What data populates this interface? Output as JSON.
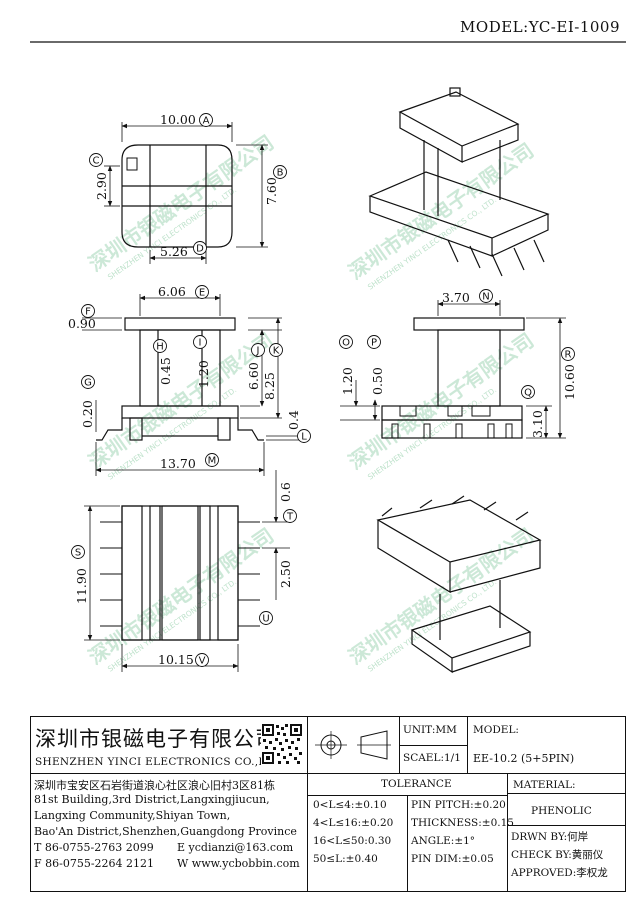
{
  "header": {
    "model_label": "MODEL:YC-EI-1009"
  },
  "dimensions": {
    "A": "10.00",
    "B": "7.60",
    "C": "2.90",
    "D": "5.26",
    "E": "6.06",
    "F": "0.90",
    "G": "0.20",
    "H": "0.45",
    "I": "1.20",
    "J": "6.60",
    "K": "8.25",
    "L": "0.4",
    "M": "13.70",
    "N": "3.70",
    "O": "1.20",
    "P": "0.50",
    "Q": "3.10",
    "R": "10.60",
    "S": "11.90",
    "T": "0.6",
    "U": "2.50",
    "V": "10.15"
  },
  "callouts": [
    "A",
    "B",
    "C",
    "D",
    "E",
    "F",
    "G",
    "H",
    "I",
    "J",
    "K",
    "L",
    "M",
    "N",
    "O",
    "P",
    "Q",
    "R",
    "S",
    "T",
    "U",
    "V"
  ],
  "watermark": {
    "cn": "深圳市银磁电子有限公司",
    "en": "SHENZHEN YINCI ELECTRONICS CO., LTD."
  },
  "title_block": {
    "company_cn": "深圳市银磁电子有限公司",
    "company_en": "SHENZHEN YINCI ELECTRONICS CO.,LTD.",
    "address": [
      "深圳市宝安区石岩街道浪心社区浪心旧村3区81栋",
      "81st Building,3rd District,Langxingjiucun,",
      "Langxing Community,Shiyan Town,",
      "Bao'An District,Shenzhen,Guangdong Province"
    ],
    "tel": "T 86-0755-2763 2099",
    "email": "E ycdianzi@163.com",
    "fax": "F 86-0755-2264 2121",
    "web": "W www.ycbobbin.com",
    "unit": "UNIT:MM",
    "scale": "SCAEL:1/1",
    "model_caption": "MODEL:",
    "model_value": "EE-10.2 (5+5PIN)",
    "tolerance_title": "TOLERANCE",
    "tolerance_left": [
      "0<L≤4:±0.10",
      "4<L≤16:±0.20",
      "16<L≤50:0.30",
      "50≤L:±0.40"
    ],
    "tolerance_right": [
      "PIN PITCH:±0.20",
      "THICKNESS:±0.15",
      "ANGLE:±1°",
      "PIN DIM:±0.05"
    ],
    "material_caption": "MATERIAL:",
    "material_value": "PHENOLIC",
    "drawn_by": "DRWN BY:何岸",
    "check_by": "CHECK BY:黄丽仪",
    "approved": "APPROVED:李权龙"
  }
}
